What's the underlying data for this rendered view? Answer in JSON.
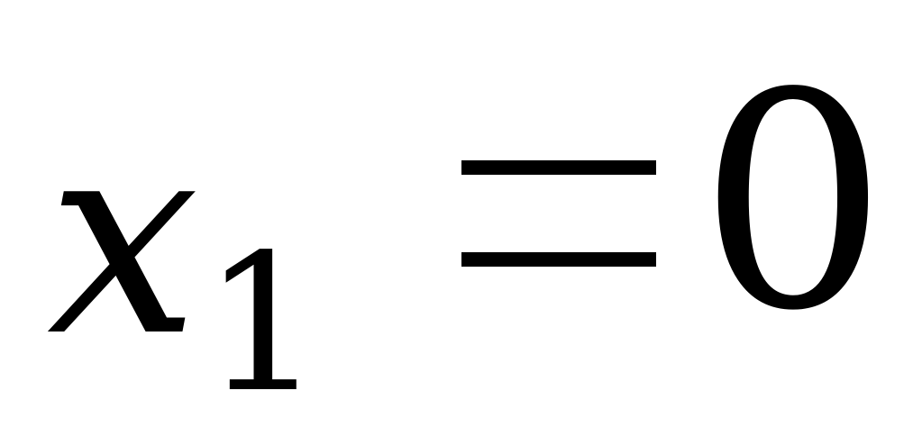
{
  "equation": {
    "variable": "x",
    "subscript": "1",
    "operator": "=",
    "value": "0"
  },
  "colors": {
    "background": "#ffffff",
    "text": "#000000"
  }
}
